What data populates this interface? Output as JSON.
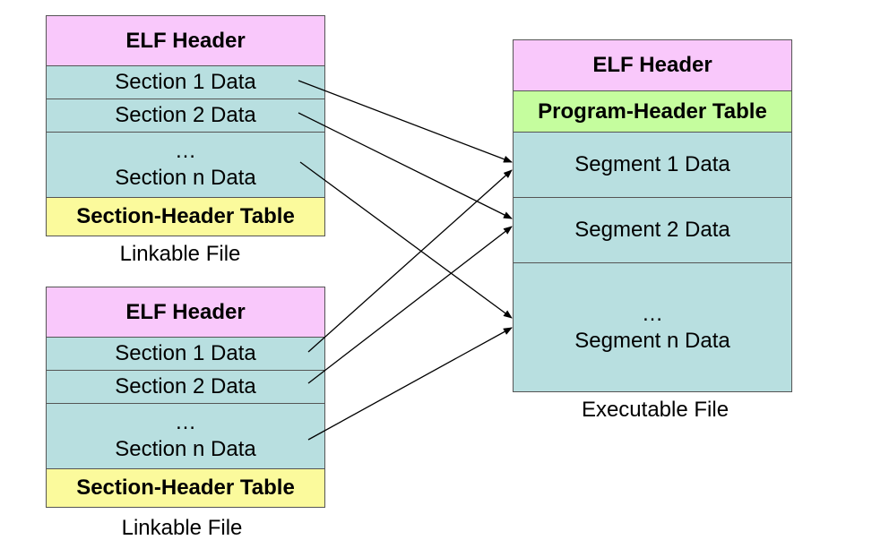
{
  "colors": {
    "header": "#f9c8fb",
    "program_header": "#c5fd9e",
    "section_header": "#fbfa9c",
    "data": "#b8dfe0",
    "border": "#555555",
    "arrow": "#000000"
  },
  "linkable_top": {
    "elf_header": "ELF Header",
    "section1": "Section 1 Data",
    "section2": "Section 2 Data",
    "ellipsis": "…",
    "sectionn": "Section n Data",
    "section_header_table": "Section-Header Table",
    "caption": "Linkable File"
  },
  "linkable_bottom": {
    "elf_header": "ELF Header",
    "section1": "Section 1 Data",
    "section2": "Section 2 Data",
    "ellipsis": "…",
    "sectionn": "Section n Data",
    "section_header_table": "Section-Header Table",
    "caption": "Linkable File"
  },
  "executable": {
    "elf_header": "ELF Header",
    "program_header_table": "Program-Header Table",
    "segment1": "Segment 1 Data",
    "segment2": "Segment 2 Data",
    "ellipsis": "…",
    "segmentn": "Segment n Data",
    "caption": "Executable File"
  }
}
